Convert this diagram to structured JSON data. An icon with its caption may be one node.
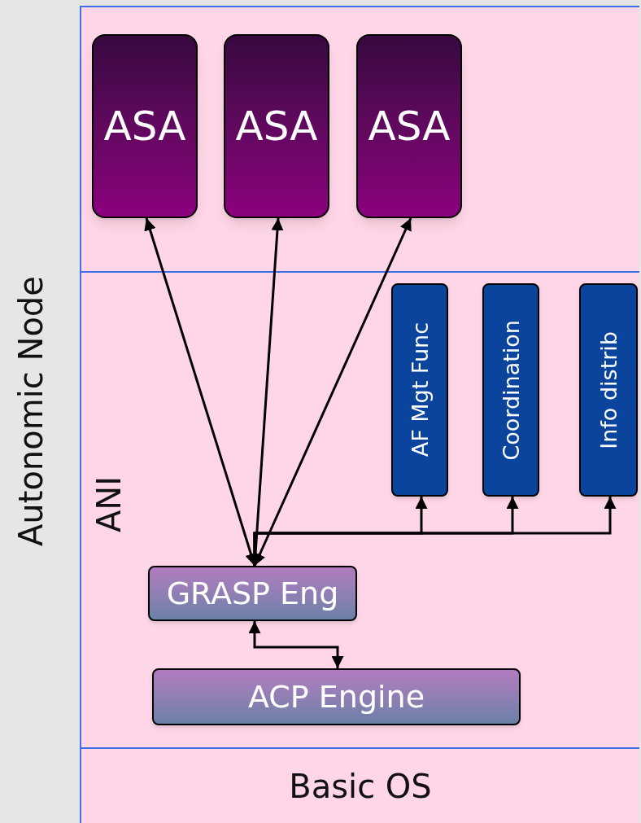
{
  "diagram": {
    "nodes": [
      {
        "text": [
          "Autonomic Node"
        ]
      },
      {
        "text": [],
        "shape": "box",
        "in": 0
      },
      {
        "text": [
          "ASA"
        ],
        "in": 1
      },
      {
        "text": [
          "ASA"
        ],
        "in": 1
      },
      {
        "text": [
          "ASA"
        ],
        "in": 1
      },
      {
        "text": [
          "ANI"
        ],
        "in": 0
      },
      {
        "text": [
          "AF Mgt Func"
        ],
        "in": 5
      },
      {
        "text": [
          "Coordination"
        ],
        "in": 5
      },
      {
        "text": [
          "Info distrib"
        ],
        "in": 5
      },
      {
        "text": [
          "GRASP Eng"
        ],
        "in": 5
      },
      {
        "text": [
          "ACP Engine"
        ],
        "in": 5
      },
      {
        "text": [
          "Basic OS"
        ],
        "in": 0
      }
    ],
    "edges": [
      {
        "from": 2,
        "to": 9,
        "arrow": "both"
      },
      {
        "from": 3,
        "to": 9,
        "arrow": "both"
      },
      {
        "from": 4,
        "to": 9,
        "arrow": "both"
      },
      {
        "from": 9,
        "to": 6,
        "arrow": "to"
      },
      {
        "from": 9,
        "to": 7,
        "arrow": "to"
      },
      {
        "from": 9,
        "to": 8,
        "arrow": "to"
      },
      {
        "from": 9,
        "to": 10,
        "arrow": "both"
      }
    ]
  }
}
